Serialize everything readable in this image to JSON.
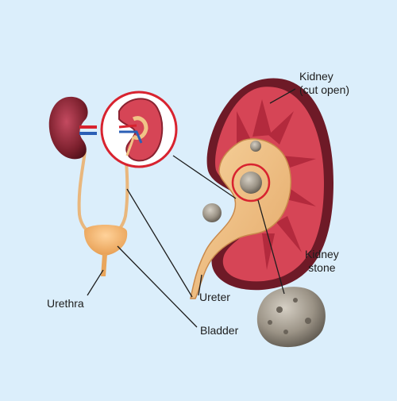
{
  "labels": {
    "kidney_cut_open_line1": "Kidney",
    "kidney_cut_open_line2": "(cut open)",
    "kidney_stone_line1": "Kidney",
    "kidney_stone_line2": "stone",
    "ureter": "Ureter",
    "urethra": "Urethra",
    "bladder": "Bladder"
  },
  "colors": {
    "background": "#dbeefb",
    "kidney_outer": "#7a1f2c",
    "kidney_tissue": "#d64556",
    "pelvis": "#f0c487",
    "highlight_ring": "#d8232f",
    "stone": "#8f8779",
    "leader_line": "#1e1e1e"
  }
}
